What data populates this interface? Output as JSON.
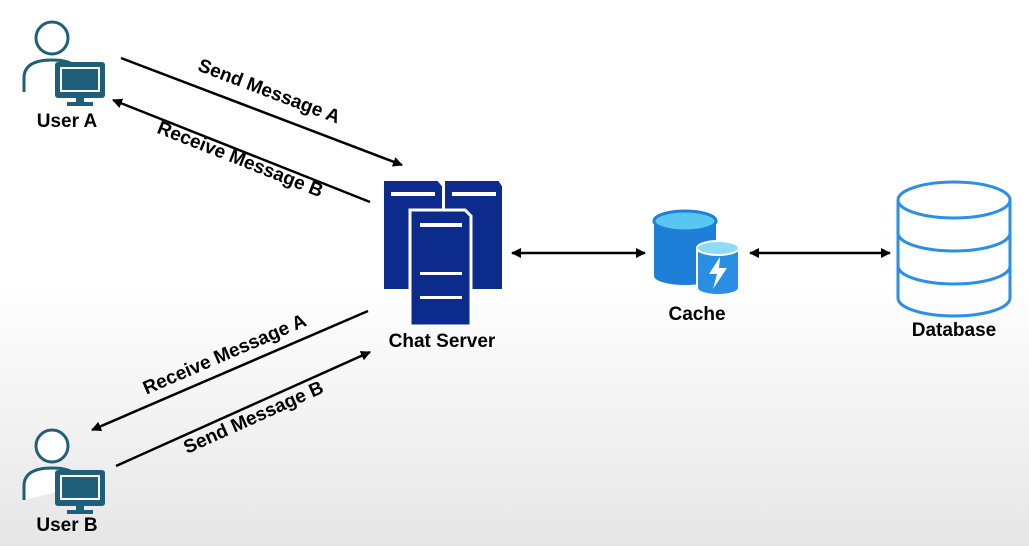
{
  "nodes": {
    "user_a": {
      "label": "User A",
      "icon": "user-computer-icon"
    },
    "user_b": {
      "label": "User B",
      "icon": "user-computer-icon"
    },
    "chat_server": {
      "label": "Chat Server",
      "icon": "server-rack-icon"
    },
    "cache": {
      "label": "Cache",
      "icon": "cache-lightning-icon"
    },
    "database": {
      "label": "Database",
      "icon": "database-icon"
    }
  },
  "edges": {
    "send_a": "Send Message A",
    "receive_b": "Receive Message B",
    "receive_a": "Receive Message A",
    "send_b": "Send Message B"
  },
  "colors": {
    "user_icon": "#1f5f7a",
    "server_fill": "#0d2b8c",
    "cache_blue": "#1d7fd8",
    "cache_light": "#57c6f0",
    "database_stroke": "#2b8fe6",
    "arrow": "#000000"
  }
}
